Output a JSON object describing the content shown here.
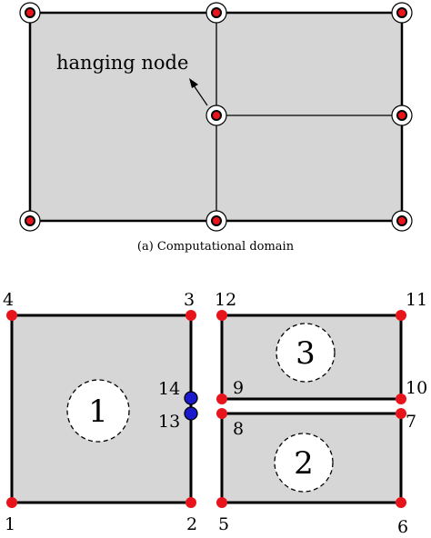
{
  "top_panel": {
    "annotation": "hanging node",
    "caption": "(a) Computational domain"
  },
  "bottom_panel": {
    "node_labels": [
      "1",
      "2",
      "3",
      "4",
      "5",
      "6",
      "7",
      "8",
      "9",
      "10",
      "11",
      "12",
      "13",
      "14"
    ],
    "element_labels": [
      "1",
      "2",
      "3"
    ]
  },
  "colors": {
    "fill": "#d6d6d6",
    "stroke": "#000000",
    "node_red": "#e8141c",
    "node_blue": "#1a1acc"
  }
}
